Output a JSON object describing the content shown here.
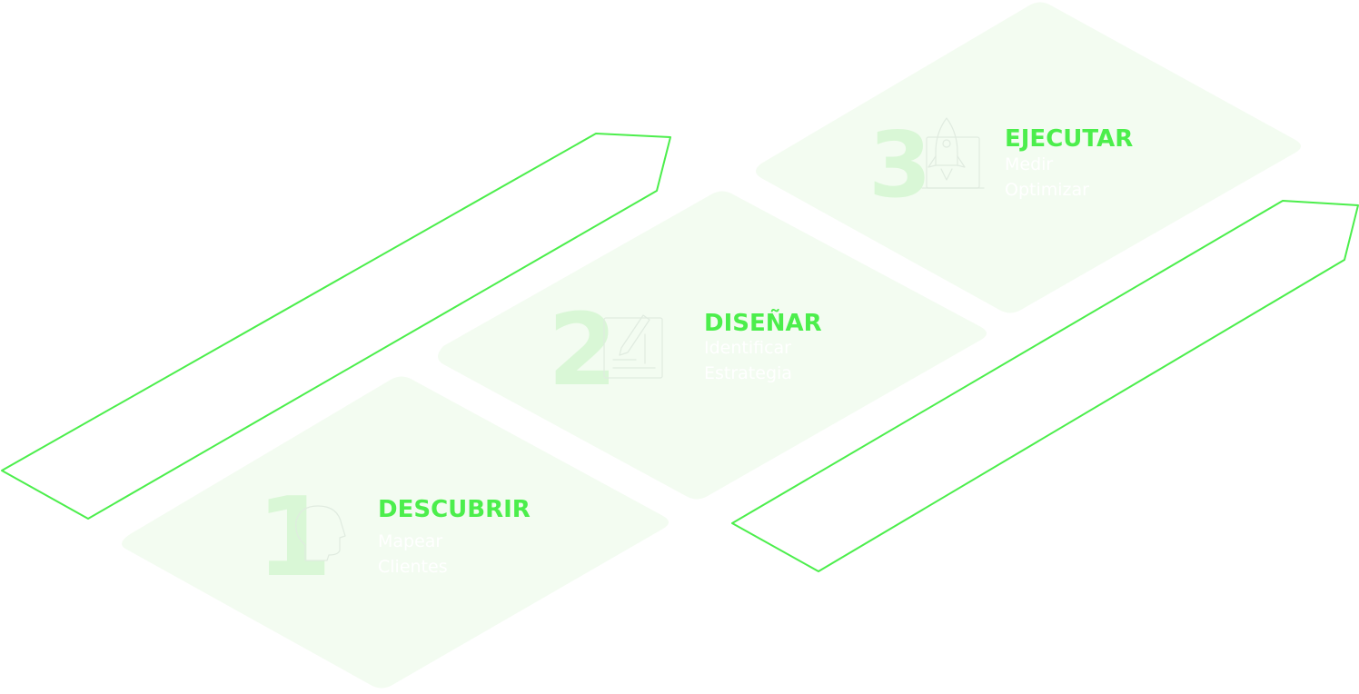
{
  "colors": {
    "accent": "#4cee4c",
    "tile": "#f3fcf1",
    "number": "#d9f7d6",
    "icon": "#e0ebe0",
    "subtitle": "#ffffff"
  },
  "steps": [
    {
      "number": "1",
      "title": "DESCUBRIR",
      "subtitles": [
        "Mapear",
        "Clientes"
      ],
      "icon": "head-profile-icon"
    },
    {
      "number": "2",
      "title": "DISEÑAR",
      "subtitles": [
        "Identificar",
        "Estrategia"
      ],
      "icon": "blueprint-pencil-icon"
    },
    {
      "number": "3",
      "title": "EJECUTAR",
      "subtitles": [
        "Medir",
        "Optimizar"
      ],
      "icon": "rocket-launch-icon"
    }
  ]
}
